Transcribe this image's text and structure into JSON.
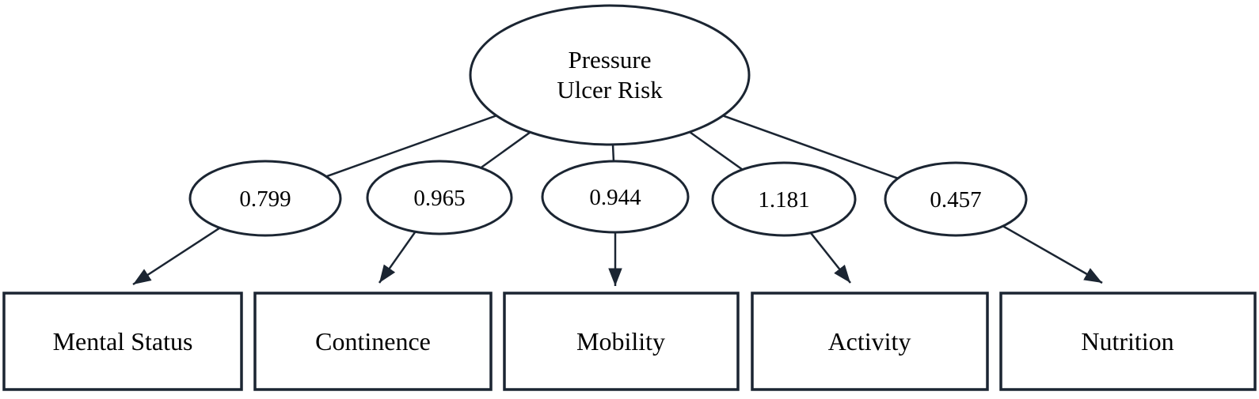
{
  "diagram": {
    "latent": {
      "label_line1": "Pressure",
      "label_line2": "Ulcer Risk"
    },
    "coefficients": [
      {
        "value": "0.799"
      },
      {
        "value": "0.965"
      },
      {
        "value": "0.944"
      },
      {
        "value": "1.181"
      },
      {
        "value": "0.457"
      }
    ],
    "indicators": [
      {
        "label": "Mental Status"
      },
      {
        "label": "Continence"
      },
      {
        "label": "Mobility"
      },
      {
        "label": "Activity"
      },
      {
        "label": "Nutrition"
      }
    ],
    "colors": {
      "stroke": "#1b2532",
      "background": "#ffffff"
    }
  }
}
